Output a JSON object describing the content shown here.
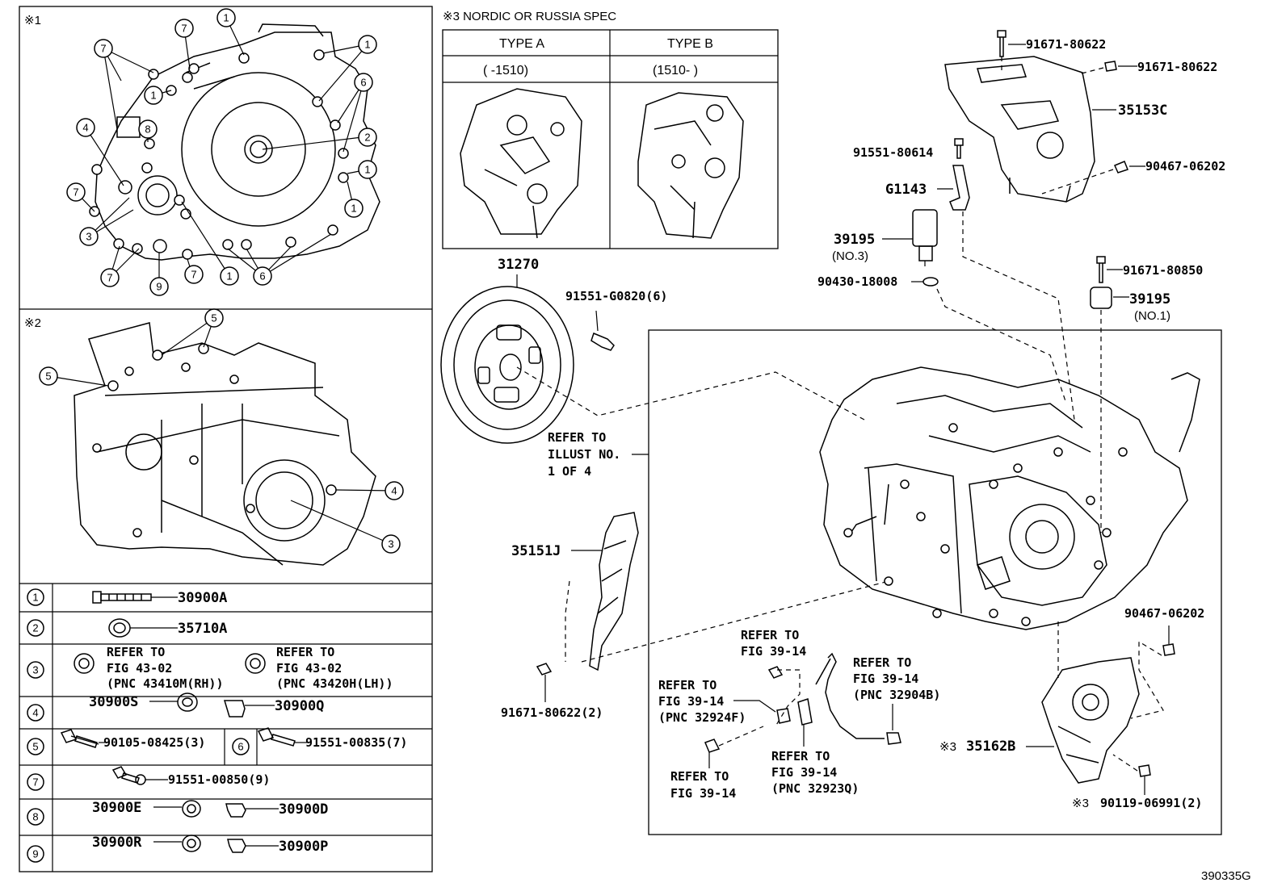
{
  "header": {
    "nordic_note": "※3  NORDIC OR RUSSIA SPEC",
    "view1_mark": "※1",
    "view2_mark": "※2"
  },
  "type_table": {
    "type_a": "TYPE A",
    "type_b": "TYPE B",
    "range_a": "(      -1510)",
    "range_b": "(1510-      )"
  },
  "callout_numbers": {
    "n1": "1",
    "n2": "2",
    "n3": "3",
    "n4": "4",
    "n5": "5",
    "n6": "6",
    "n7": "7",
    "n8": "8",
    "n9": "9"
  },
  "legend": [
    {
      "idx": "1",
      "parts": [
        "30900A"
      ]
    },
    {
      "idx": "2",
      "parts": [
        "35710A"
      ]
    },
    {
      "idx": "3",
      "refer_to": "REFER TO",
      "fig_a": "FIG 43-02",
      "pnc_a": "(PNC 43410M(RH))",
      "fig_b": "FIG 43-02",
      "pnc_b": "(PNC 43420H(LH))"
    },
    {
      "idx": "4",
      "parts": [
        "30900S",
        "30900Q"
      ]
    },
    {
      "idx": "5",
      "parts": [
        "90105-08425(3)"
      ]
    },
    {
      "idx": "6",
      "parts": [
        "91551-00835(7)"
      ]
    },
    {
      "idx": "7",
      "parts": [
        "91551-00850(9)"
      ]
    },
    {
      "idx": "8",
      "parts": [
        "30900E",
        "30900D"
      ]
    },
    {
      "idx": "9",
      "parts": [
        "30900R",
        "30900P"
      ]
    }
  ],
  "labels": {
    "p31270": "31270",
    "p91551_g0820": "91551-G0820(6)",
    "refer_illust": [
      "REFER TO",
      "ILLUST NO.",
      "1 OF 4"
    ],
    "p35151j": "35151J",
    "p91671_80622_2": "91671-80622(2)",
    "p91671_80622_a": "91671-80622",
    "p91671_80622_b": "91671-80622",
    "p35153c": "35153C",
    "p91551_80614": "91551-80614",
    "p90467_06202_a": "90467-06202",
    "pg1143": "G1143",
    "p39195_a": "39195",
    "no3": "(NO.3)",
    "p90430_18008": "90430-18008",
    "p91671_80850": "91671-80850",
    "p39195_b": "39195",
    "no1": "(NO.1)",
    "p90467_06202_b": "90467-06202",
    "refer_fig_1": [
      "REFER TO",
      "FIG 39-14"
    ],
    "refer_fig_2": [
      "REFER TO",
      "FIG 39-14",
      "(PNC 32904B)"
    ],
    "refer_fig_3": [
      "REFER TO",
      "FIG 39-14",
      "(PNC 32924F)"
    ],
    "refer_fig_4": [
      "REFER TO",
      "FIG 39-14",
      "(PNC 32923Q)"
    ],
    "refer_fig_5": [
      "REFER TO",
      "FIG 39-14"
    ],
    "p35162b_mark": "※3",
    "p35162b": "35162B",
    "p90119_mark": "※3",
    "p90119": "90119-06991(2)",
    "diagram_id": "390335G"
  }
}
